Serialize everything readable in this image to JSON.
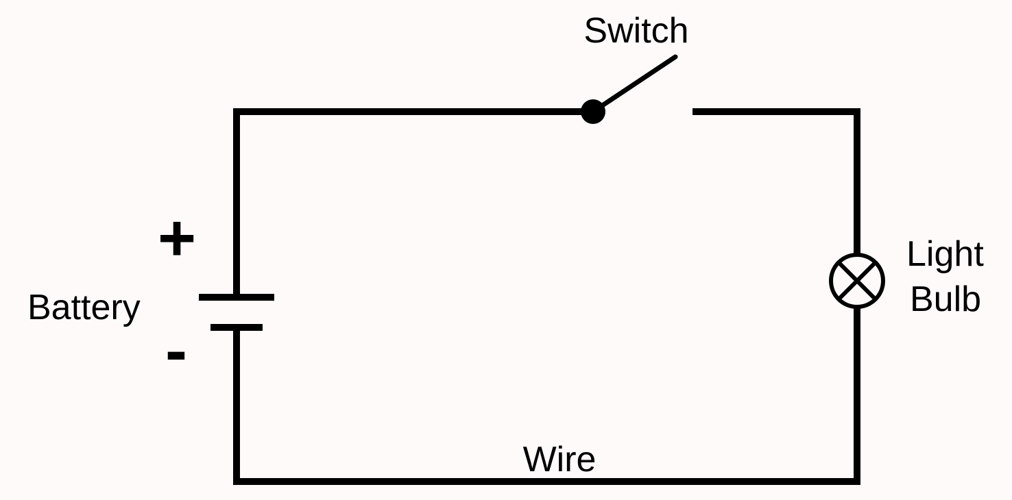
{
  "labels": {
    "switch": "Switch",
    "battery": "Battery",
    "plus": "+",
    "minus": "-",
    "light_bulb_line1": "Light",
    "light_bulb_line2": "Bulb",
    "wire": "Wire"
  },
  "colors": {
    "background": "#fefafa",
    "ink": "#000000"
  },
  "components": {
    "switch_state": "open"
  }
}
